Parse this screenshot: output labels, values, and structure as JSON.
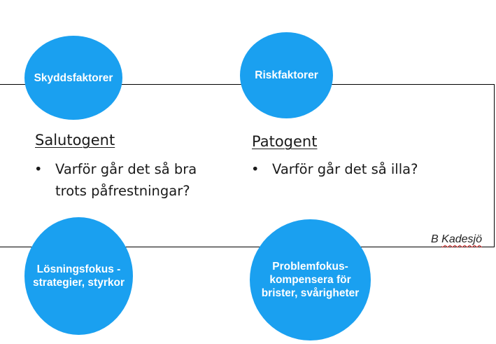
{
  "circles": {
    "protective": "Skyddsfaktorer",
    "risk": "Riskfaktorer",
    "solution": "Lösningsfokus -\nstrategier, styrkor",
    "problem": "Problemfokus-\nkompensera för\nbrister, svårigheter"
  },
  "columns": {
    "left": {
      "title": "Salutogent",
      "bullet": "Varför går det så bra\ntrots påfrestningar?"
    },
    "right": {
      "title": "Patogent",
      "bullet": "Varför går det så illa?"
    }
  },
  "author": {
    "initial": "B",
    "name": "Kadesjö"
  },
  "colors": {
    "circle": "#1aa0f0",
    "text": "#1a1a1a",
    "frame": "#000000"
  }
}
